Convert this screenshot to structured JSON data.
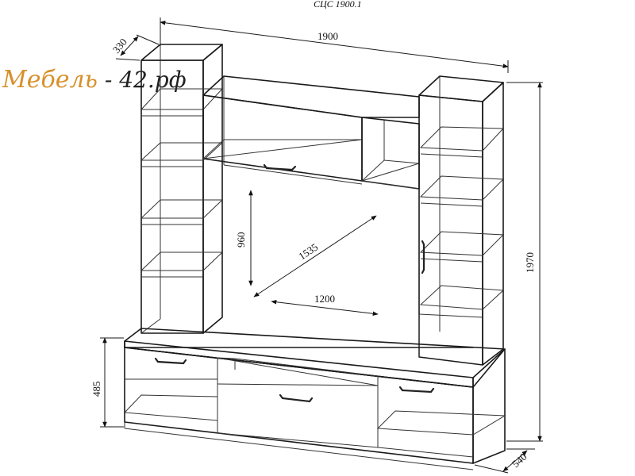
{
  "title": "СЦС 1900.1",
  "brand": {
    "name_part1": "Мебель",
    "name_part2": " - 42.рф",
    "accent_color": "#d7902c"
  },
  "dimensions": {
    "width_total": "1900",
    "depth_top": "330",
    "height_total": "1970",
    "depth_base": "540",
    "base_height": "485",
    "tv_height": "960",
    "tv_diagonal": "1535",
    "tv_width": "1200"
  }
}
